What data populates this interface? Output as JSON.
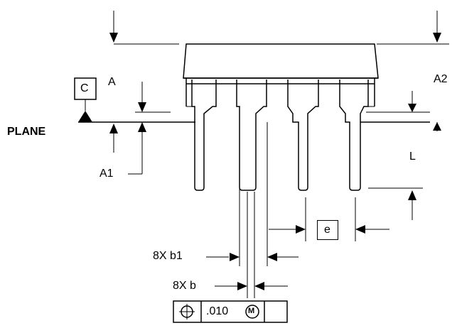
{
  "labels": {
    "datum_letter": "C",
    "seating_plane": "PLANE",
    "dim_A": "A",
    "dim_A1": "A1",
    "dim_A2": "A2",
    "dim_L": "L",
    "dim_e": "e",
    "dim_b1": "8X b1",
    "dim_b": "8X b"
  },
  "tolerance_frame": {
    "symbol_icon": "position-tolerance-icon",
    "value": ".010",
    "modifier": "M"
  }
}
